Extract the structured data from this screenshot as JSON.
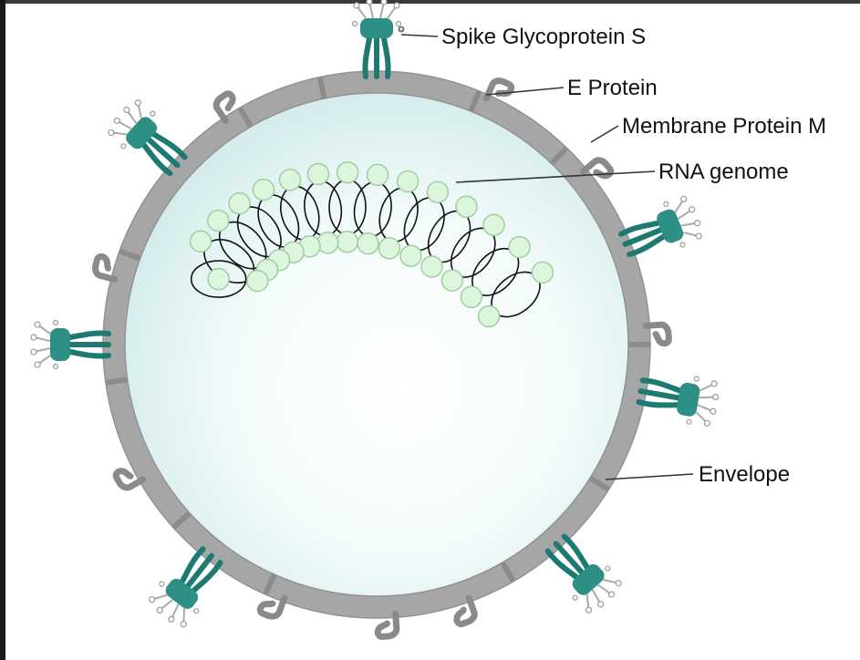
{
  "labels": {
    "spike": "Spike Glycoprotein S",
    "e_protein": "E Protein",
    "membrane": "Membrane Protein M",
    "rna": "RNA genome",
    "envelope": "Envelope"
  },
  "icons": {
    "spike": "spike-glycoprotein-icon",
    "membrane_protein": "membrane-protein-m-icon",
    "e_protein": "e-protein-icon",
    "nucleocapsid": "nucleocapsid-bead-icon"
  },
  "colors": {
    "envelope": "#a6a6a6",
    "envelope_edge": "#8f8f8f",
    "interior_light": "#ffffff",
    "interior_tint": "#d5ecec",
    "spike_teal": "#2e8f84",
    "spike_dark": "#1d7a70",
    "membrane_protein": "#8a8a8a",
    "nucleocapsid_fill": "#dcf5dc",
    "nucleocapsid_stroke": "#9fcf9f",
    "rna_line": "#111111",
    "label_line": "#333333"
  }
}
